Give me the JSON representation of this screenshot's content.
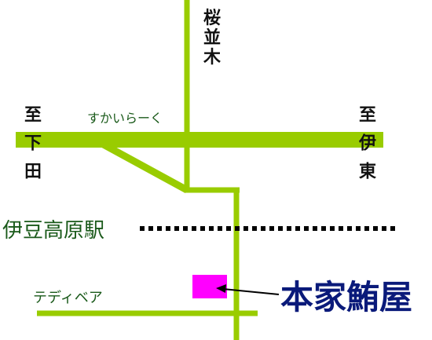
{
  "map": {
    "colors": {
      "road": "#99cc00",
      "railway": "#000000",
      "shop_marker": "#ff00ff",
      "label_green": "#1a5a1a",
      "brush_black": "#111111",
      "shop_title": "#0a1a7a",
      "background": "#ffffff"
    },
    "labels": {
      "north_road": "桜並木",
      "west_destination": "至下田",
      "east_destination": "至伊東",
      "skyline": "すかいらーく",
      "station": "伊豆高原駅",
      "teddy_bear": "テディベア",
      "shop_name": "本家鮪屋"
    }
  }
}
